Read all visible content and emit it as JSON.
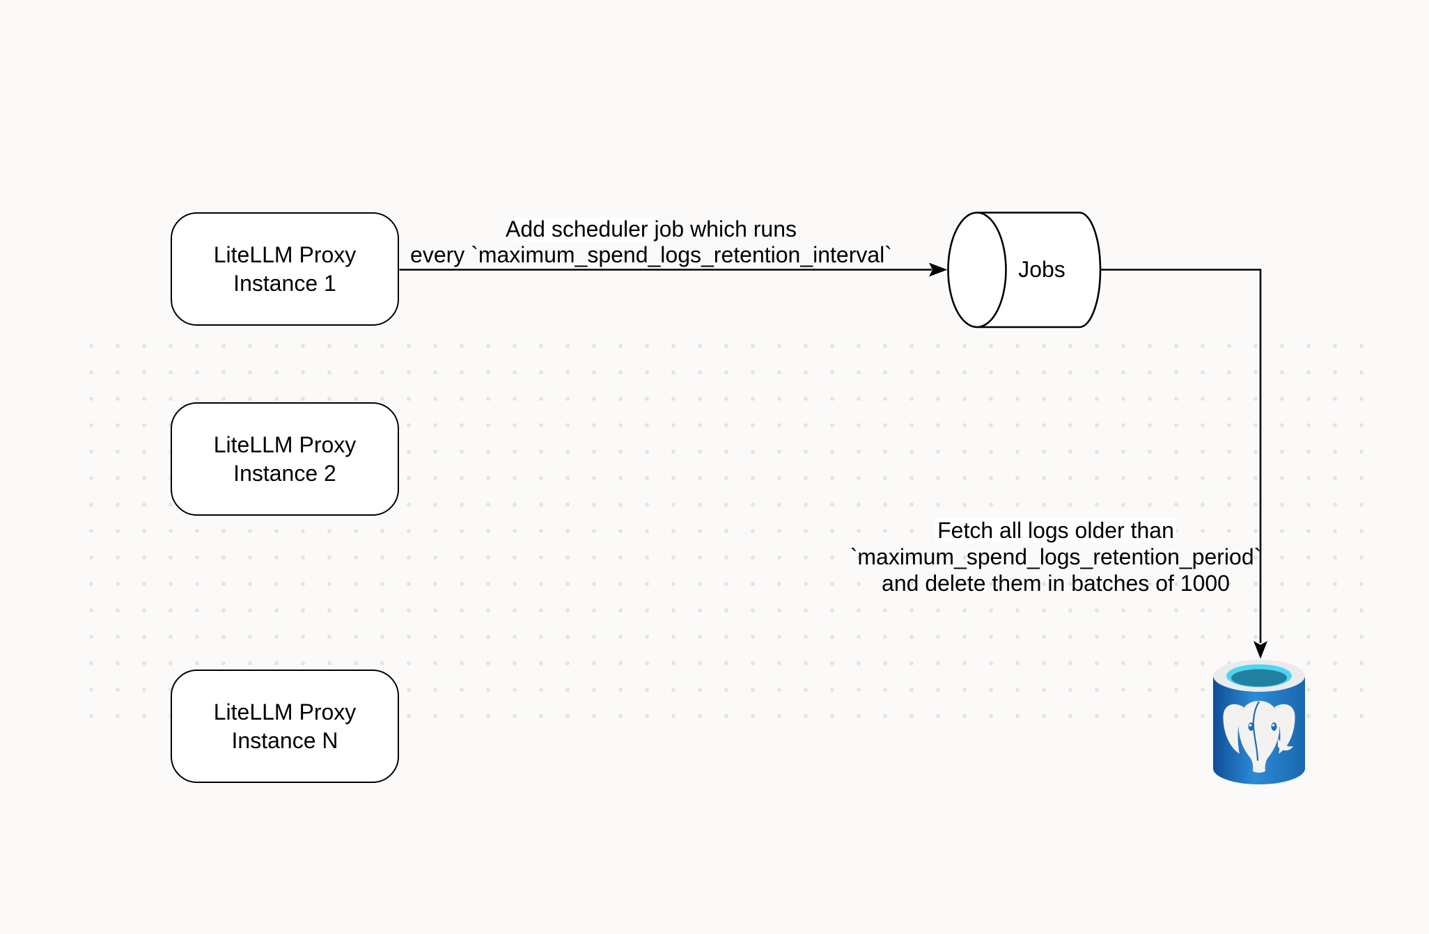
{
  "diagram": {
    "title": "LiteLLM spend logs cleanup scheduler diagram",
    "background_color": "#fbfaf9",
    "dot_color": "#e5e3e1",
    "stroke_color": "#000000",
    "nodes": {
      "proxy_instance_1": {
        "line1": "LiteLLM Proxy",
        "line2": "Instance 1"
      },
      "proxy_instance_2": {
        "line1": "LiteLLM Proxy",
        "line2": "Instance 2"
      },
      "proxy_instance_n": {
        "line1": "LiteLLM Proxy",
        "line2": "Instance N"
      },
      "jobs_queue": {
        "label": "Jobs"
      },
      "postgres_database": {
        "icon": "postgresql-database-icon"
      }
    },
    "edge_labels": {
      "scheduler_job": {
        "line1": "Add scheduler job which runs",
        "line2": "every `maximum_spend_logs_retention_interval`"
      },
      "fetch_delete": {
        "line1": "Fetch all logs older than",
        "line2": "`maximum_spend_logs_retention_period`",
        "line3": "and delete them in batches of 1000"
      }
    },
    "postgres_colors": {
      "body_left": "#0f4e98",
      "body_mid": "#2c8bd6",
      "body_right": "#1a67b0",
      "rim": "#ebebeb",
      "opening": "#4fd5f3",
      "opening_shadow": "#21809f",
      "elephant": "#f4f2f0",
      "eye": "#1b6db6"
    }
  }
}
